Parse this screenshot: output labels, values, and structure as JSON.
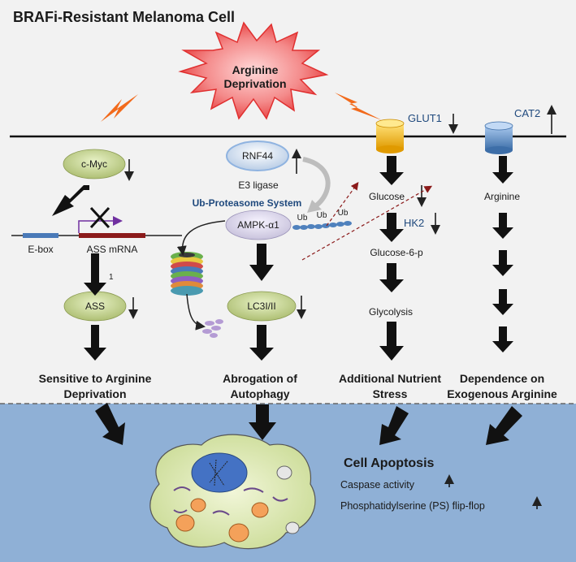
{
  "title": "BRAFi-Resistant Melanoma Cell",
  "burst_label": [
    "Arginine",
    "Deprivation"
  ],
  "transporters": {
    "glut1": "GLUT1",
    "cat2": "CAT2"
  },
  "myc_branch": {
    "cmyc": "c-Myc",
    "ebox": "E-box",
    "ass_mrna": "ASS  mRNA",
    "note": "1",
    "ass": "ASS",
    "outcome": [
      "Sensitive to Arginine",
      "Deprivation"
    ]
  },
  "autophagy_branch": {
    "rnf44": "RNF44",
    "e3": "E3 ligase",
    "ups": "Ub-Proteasome System",
    "ampk": "AMPK-α1",
    "ub": "Ub",
    "lc3": "LC3I/II",
    "outcome": [
      "Abrogation of",
      "Autophagy"
    ]
  },
  "glucose_branch": {
    "steps": [
      "Glucose",
      "Glucose-6-p",
      "Glycolysis"
    ],
    "hk2": "HK2",
    "outcome": [
      "Additional Nutrient",
      "Stress"
    ]
  },
  "arginine_branch": {
    "step": "Arginine",
    "outcome": [
      "Dependence on",
      "Exogenous Arginine"
    ]
  },
  "apoptosis": {
    "title": "Cell Apoptosis",
    "items": [
      "Caspase activity",
      "Phosphatidylserine (PS) flip-flop"
    ]
  },
  "colors": {
    "background": "#f2f2f2",
    "bottom_panel": "#8fb0d6",
    "burst": "#f04b4b",
    "lightning": "#f26a1b",
    "glut1": "#f5b800",
    "cat2": "#4f81bd",
    "label_blue": "#1f497d",
    "mrna_bar": "#8b1a1a",
    "ebox_bar": "#4a7ab8",
    "promoter_arrow": "#7030a0"
  }
}
